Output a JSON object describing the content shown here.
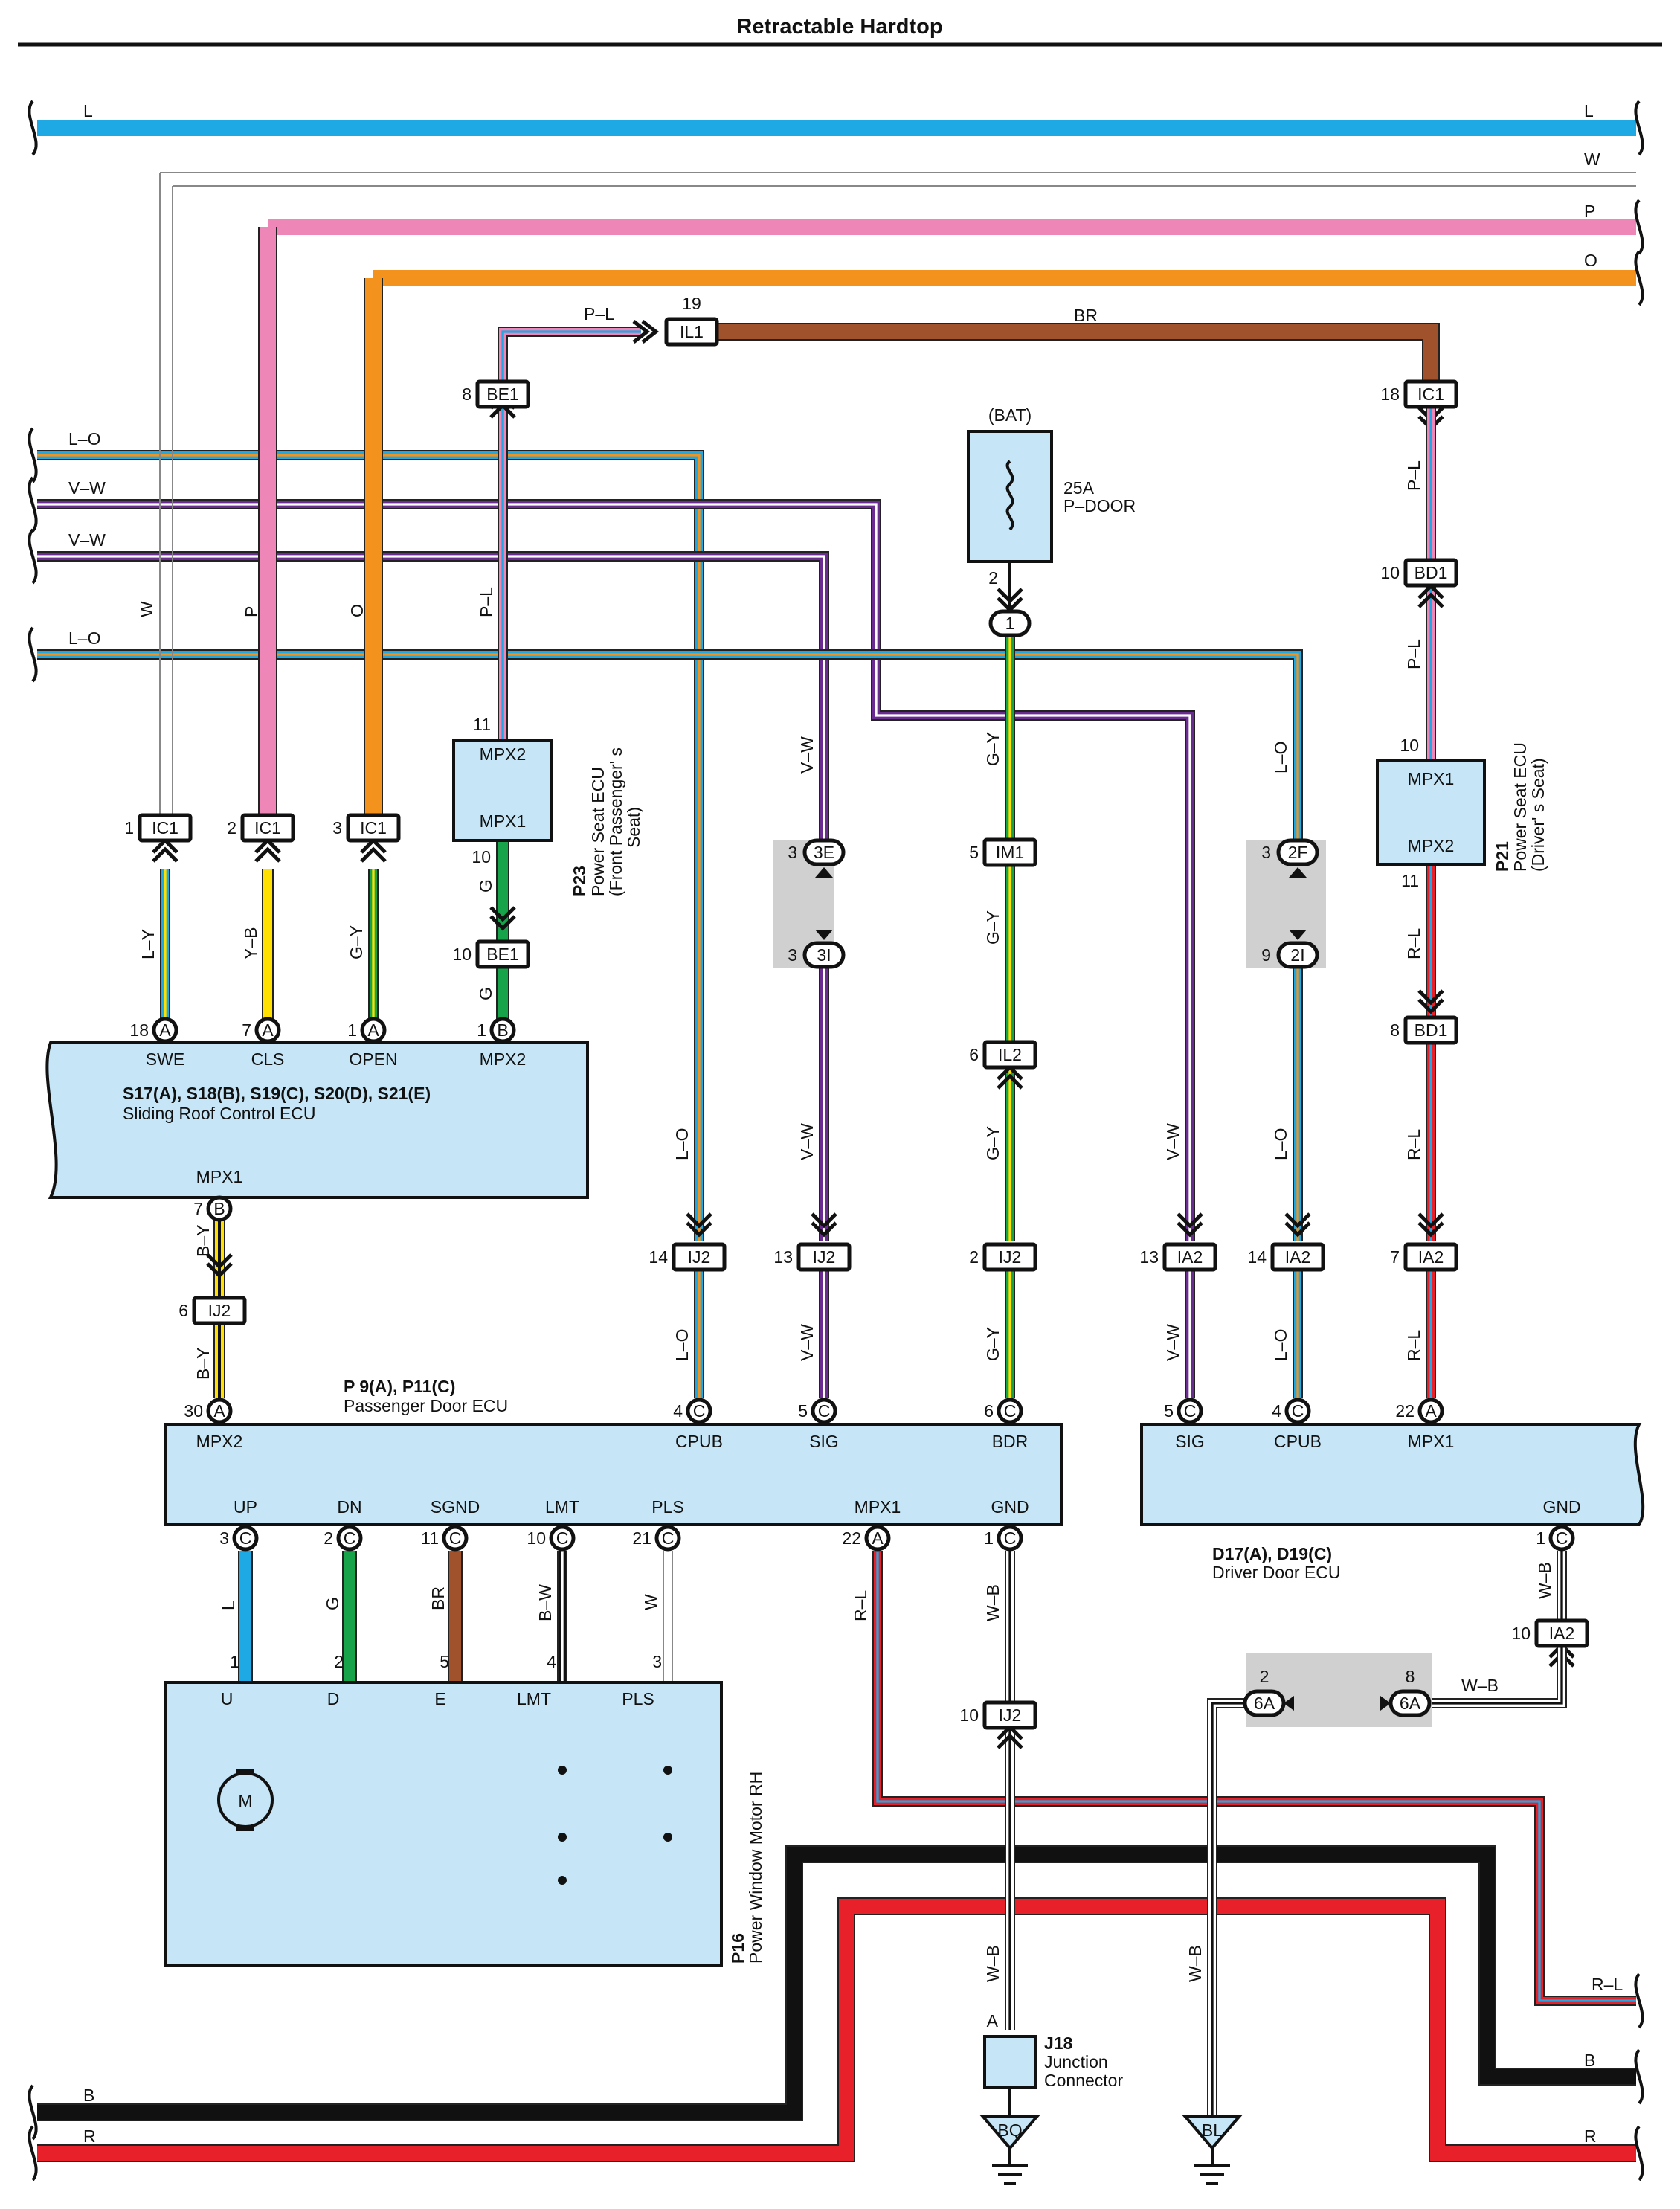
{
  "title": "Retractable Hardtop",
  "bus_labels": {
    "L": "L",
    "W": "W",
    "P": "P",
    "O": "O",
    "LO": "L–O",
    "VW": "V–W",
    "B": "B",
    "R": "R",
    "RL": "R–L"
  },
  "wire_labels": {
    "W": "W",
    "P": "P",
    "O": "O",
    "PL": "P–L",
    "BR": "BR",
    "LY": "L–Y",
    "YB": "Y–B",
    "GY": "G–Y",
    "G": "G",
    "LO": "L–O",
    "VW": "V–W",
    "RL": "R–L",
    "BY": "B–Y",
    "L": "L",
    "BW": "B–W",
    "WB": "W–B"
  },
  "connectors": {
    "IL1": "IL1",
    "BE1": "BE1",
    "IC1": "IC1",
    "BD1": "BD1",
    "IJ2": "IJ2",
    "IA2": "IA2",
    "IM1": "IM1",
    "IL2": "IL2",
    "c3E": "3E",
    "c3I": "3I",
    "c2F": "2F",
    "c2I": "2I",
    "c6A": "6A"
  },
  "letters": {
    "A": "A",
    "B": "B",
    "C": "C"
  },
  "pins": {
    "p1": "1",
    "p2": "2",
    "p3": "3",
    "p4": "4",
    "p5": "5",
    "p6": "6",
    "p7": "7",
    "p8": "8",
    "p9": "9",
    "p10": "10",
    "p11": "11",
    "p13": "13",
    "p14": "14",
    "p18": "18",
    "p19": "19",
    "p21": "21",
    "p22": "22",
    "p30": "30"
  },
  "fuse": {
    "source": "(BAT)",
    "amp": "25A",
    "name": "P–DOOR"
  },
  "sliding_roof_ecu": {
    "codes": "S17(A), S18(B), S19(C), S20(D), S21(E)",
    "name": "Sliding Roof Control ECU",
    "pins": [
      "SWE",
      "CLS",
      "OPEN",
      "MPX2"
    ],
    "mpx1": "MPX1"
  },
  "seat_ecu_passenger": {
    "code": "P23",
    "name": "Power Seat ECU",
    "sub1": "(Front Passenger' s",
    "sub2": "Seat)",
    "top": "MPX2",
    "bottom": "MPX1"
  },
  "seat_ecu_driver": {
    "code": "P21",
    "name": "Power Seat ECU",
    "sub": "(Driver' s Seat)",
    "top": "MPX1",
    "bottom": "MPX2"
  },
  "passenger_door_ecu": {
    "codes": "P 9(A), P11(C)",
    "name": "Passenger Door ECU",
    "top_pins": [
      "MPX2",
      "CPUB",
      "SIG",
      "BDR"
    ],
    "bottom_pins": [
      "UP",
      "DN",
      "SGND",
      "LMT",
      "PLS",
      "MPX1",
      "GND"
    ]
  },
  "driver_door_ecu": {
    "codes": "D17(A), D19(C)",
    "name": "Driver Door ECU",
    "top_pins": [
      "SIG",
      "CPUB",
      "MPX1"
    ],
    "gnd": "GND"
  },
  "window_motor": {
    "code": "P16",
    "name": "Power Window Motor RH",
    "terminals": [
      "U",
      "D",
      "E",
      "LMT",
      "PLS"
    ],
    "motor": "M"
  },
  "junction": {
    "code": "J18",
    "line1": "Junction",
    "line2": "Connector",
    "pin": "A"
  },
  "grounds": [
    "BQ",
    "BL"
  ],
  "colors": {
    "L": "#1ea8e4",
    "W": "#c9c9c9",
    "P": "#ee86b8",
    "O": "#f4921e",
    "BR": "#a0522d",
    "V": "#6a2c91",
    "G": "#16a34a",
    "Y": "#ffe000",
    "R": "#e8202a",
    "B": "#111111",
    "box": "#c6e6f7",
    "shade": "#d0d0d0"
  }
}
